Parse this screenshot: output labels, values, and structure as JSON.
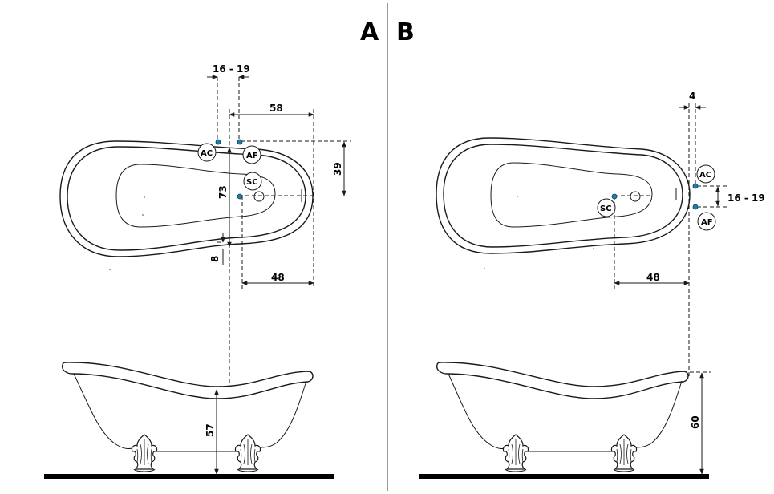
{
  "panels": [
    {
      "id": "A",
      "label": "A"
    },
    {
      "id": "B",
      "label": "B"
    }
  ],
  "connections": {
    "hot": "AC",
    "cold": "AF",
    "drain": "SC"
  },
  "dimensions": {
    "A": {
      "tap_spacing": "16 - 19",
      "tap_to_end": "58",
      "tap_to_drain_depth": "39",
      "width_center": "73",
      "offset": "8",
      "drain_to_end": "48",
      "rim_height": "57"
    },
    "B": {
      "wall_offset": "4",
      "tap_spacing": "16 - 19",
      "drain_to_end": "48",
      "rim_height": "60"
    }
  }
}
